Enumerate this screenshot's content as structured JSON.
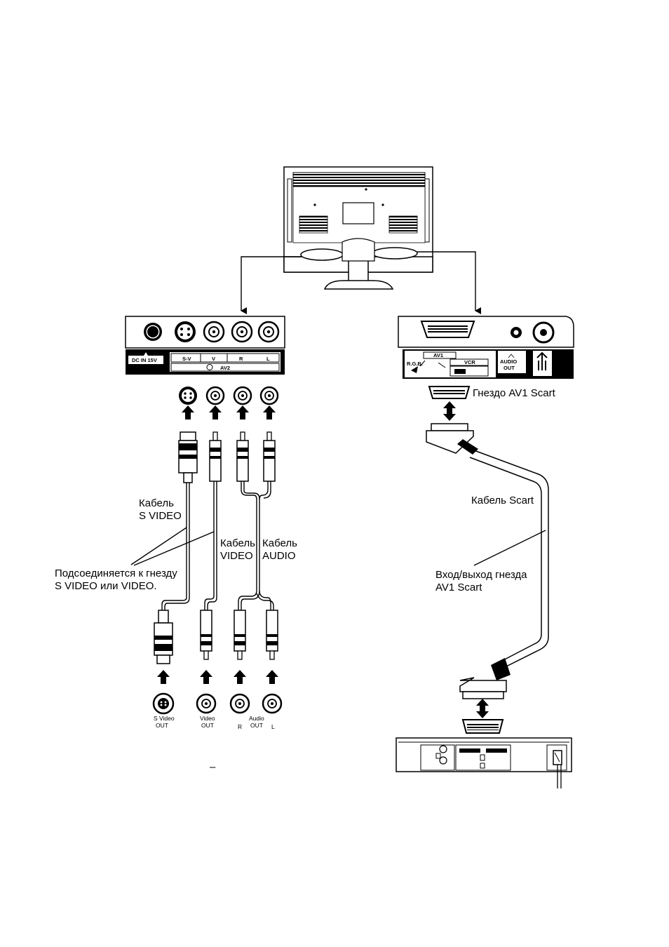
{
  "tv_panel": {
    "dc_in_label": "DC IN 15V",
    "av2_jacks": [
      "S-V",
      "V",
      "R",
      "L"
    ],
    "av2_label": "AV2"
  },
  "scart_panel": {
    "av1_label": "AV1",
    "rgb_label": "R.G.B.",
    "vcr_label": "VCR",
    "audio_out_label_1": "AUDIO",
    "audio_out_label_2": "OUT"
  },
  "left": {
    "svideo_cable_1": "Кабель",
    "svideo_cable_2": "S VIDEO",
    "video_cable_1": "Кабель",
    "video_cable_2": "VIDEO",
    "audio_cable_1": "Кабель",
    "audio_cable_2": "AUDIO",
    "connects_1": "Подсоединяется к гнезду",
    "connects_2": "S VIDEO или VIDEO.",
    "out_svideo_1": "S Video",
    "out_svideo_2": "OUT",
    "out_video_1": "Video",
    "out_video_2": "OUT",
    "out_audio_1": "Audio",
    "out_audio_2": "OUT",
    "out_r": "R",
    "out_l": "L"
  },
  "right": {
    "scart_socket": "Гнездо AV1 Scart",
    "scart_cable": "Кабель Scart",
    "io_1": "Вход/выход гнезда",
    "io_2": "AV1 Scart"
  },
  "stray_mark": "–"
}
